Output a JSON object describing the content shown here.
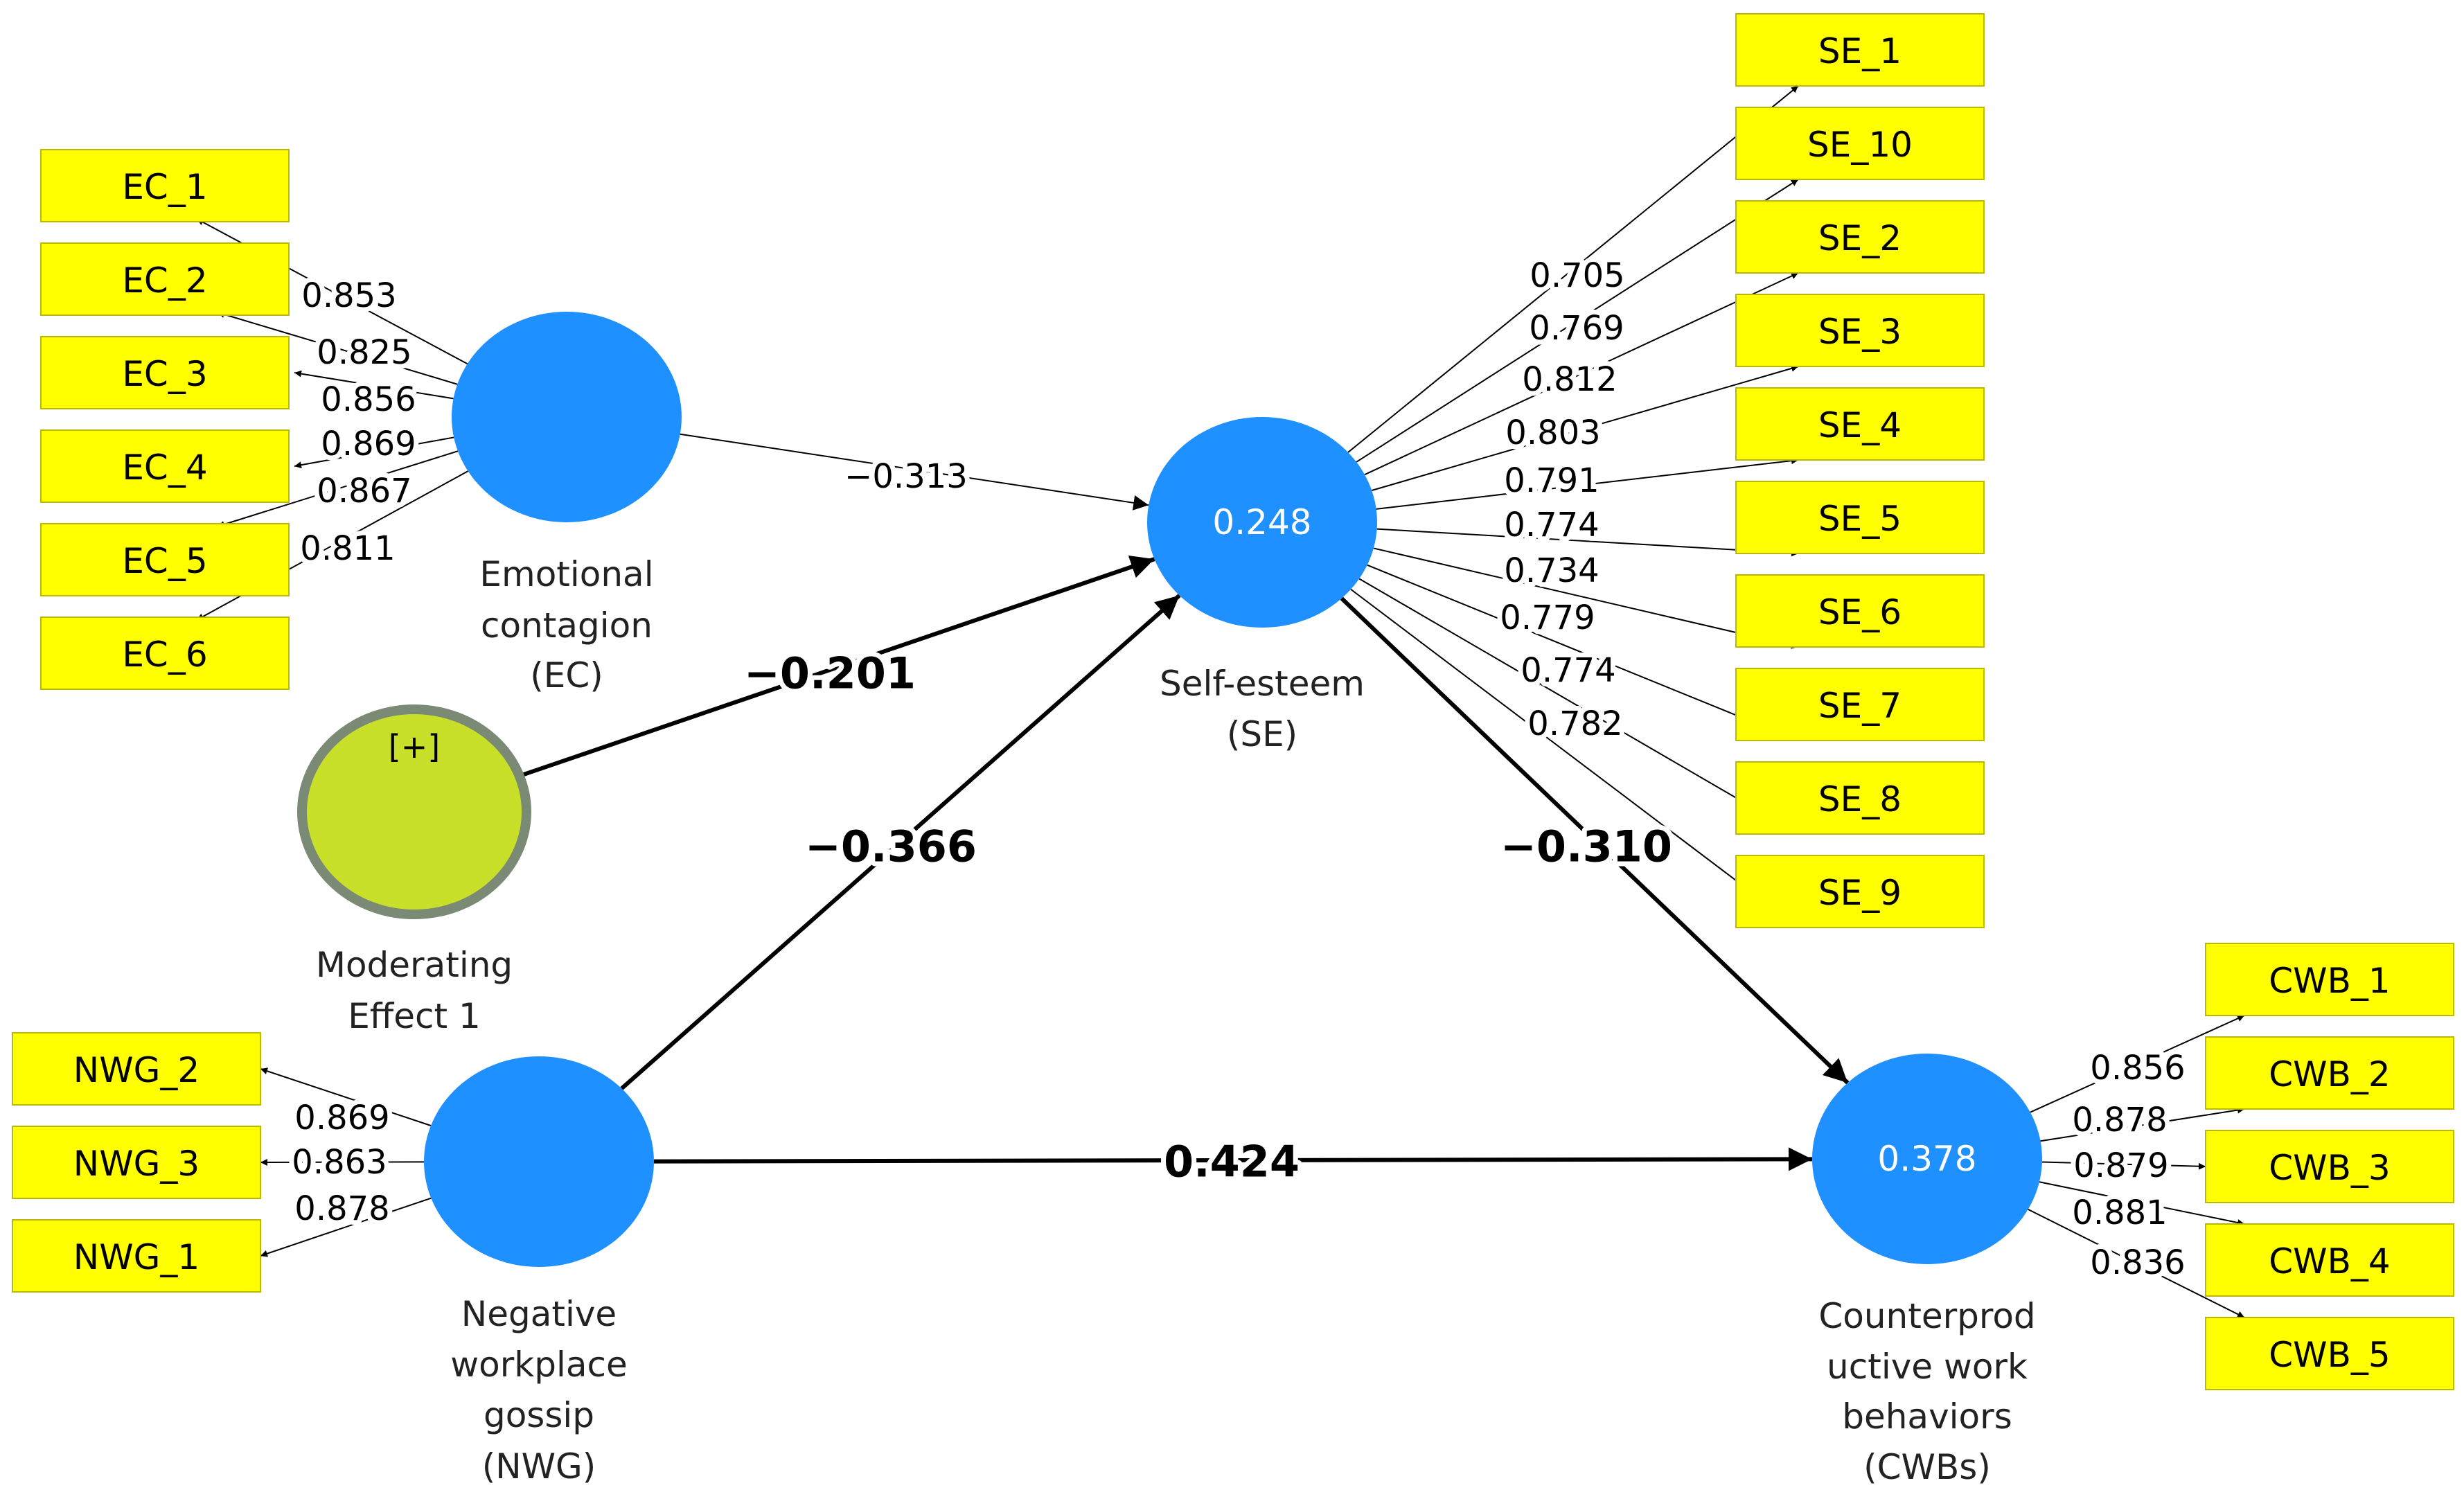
{
  "latent_variables": {
    "EC": {
      "label_lines": [
        "Emotional",
        "contagion",
        "(EC)"
      ],
      "r2": "",
      "color": "#1e90ff"
    },
    "SE": {
      "label_lines": [
        "Self-esteem",
        "(SE)"
      ],
      "r2": "0.248",
      "color": "#1e90ff"
    },
    "NWG": {
      "label_lines": [
        "Negative",
        "workplace",
        "gossip",
        "(NWG)"
      ],
      "r2": "",
      "color": "#1e90ff"
    },
    "CWB": {
      "label_lines": [
        "Counterprod",
        "uctive work",
        "behaviors",
        "(CWBs)"
      ],
      "r2": "0.378",
      "color": "#1e90ff"
    },
    "MOD": {
      "label_lines": [
        "Moderating",
        "Effect 1"
      ],
      "badge": "[+]",
      "color": "#c8e02a",
      "border": "#7a8a74"
    }
  },
  "indicators": {
    "EC": [
      {
        "name": "EC_1",
        "loading": "0.853"
      },
      {
        "name": "EC_2",
        "loading": "0.825"
      },
      {
        "name": "EC_3",
        "loading": "0.856"
      },
      {
        "name": "EC_4",
        "loading": "0.869"
      },
      {
        "name": "EC_5",
        "loading": "0.867"
      },
      {
        "name": "EC_6",
        "loading": "0.811"
      }
    ],
    "SE": [
      {
        "name": "SE_1",
        "loading": "0.705"
      },
      {
        "name": "SE_10",
        "loading": "0.769"
      },
      {
        "name": "SE_2",
        "loading": "0.812"
      },
      {
        "name": "SE_3",
        "loading": "0.803"
      },
      {
        "name": "SE_4",
        "loading": "0.791"
      },
      {
        "name": "SE_5",
        "loading": "0.774"
      },
      {
        "name": "SE_6",
        "loading": "0.734"
      },
      {
        "name": "SE_7",
        "loading": "0.779"
      },
      {
        "name": "SE_8",
        "loading": "0.774"
      },
      {
        "name": "SE_9",
        "loading": "0.782"
      }
    ],
    "NWG": [
      {
        "name": "NWG_2",
        "loading": "0.869"
      },
      {
        "name": "NWG_3",
        "loading": "0.863"
      },
      {
        "name": "NWG_1",
        "loading": "0.878"
      }
    ],
    "CWB": [
      {
        "name": "CWB_1",
        "loading": "0.856"
      },
      {
        "name": "CWB_2",
        "loading": "0.878"
      },
      {
        "name": "CWB_3",
        "loading": "0.879"
      },
      {
        "name": "CWB_4",
        "loading": "0.881"
      },
      {
        "name": "CWB_5",
        "loading": "0.836"
      }
    ]
  },
  "paths": [
    {
      "from": "EC",
      "to": "SE",
      "coef": "−0.313",
      "bold": false
    },
    {
      "from": "MOD",
      "to": "SE",
      "coef": "−0.201",
      "bold": true
    },
    {
      "from": "NWG",
      "to": "SE",
      "coef": "−0.366",
      "bold": true
    },
    {
      "from": "SE",
      "to": "CWB",
      "coef": "−0.310",
      "bold": true
    },
    {
      "from": "NWG",
      "to": "CWB",
      "coef": "0.424",
      "bold": true
    }
  ]
}
